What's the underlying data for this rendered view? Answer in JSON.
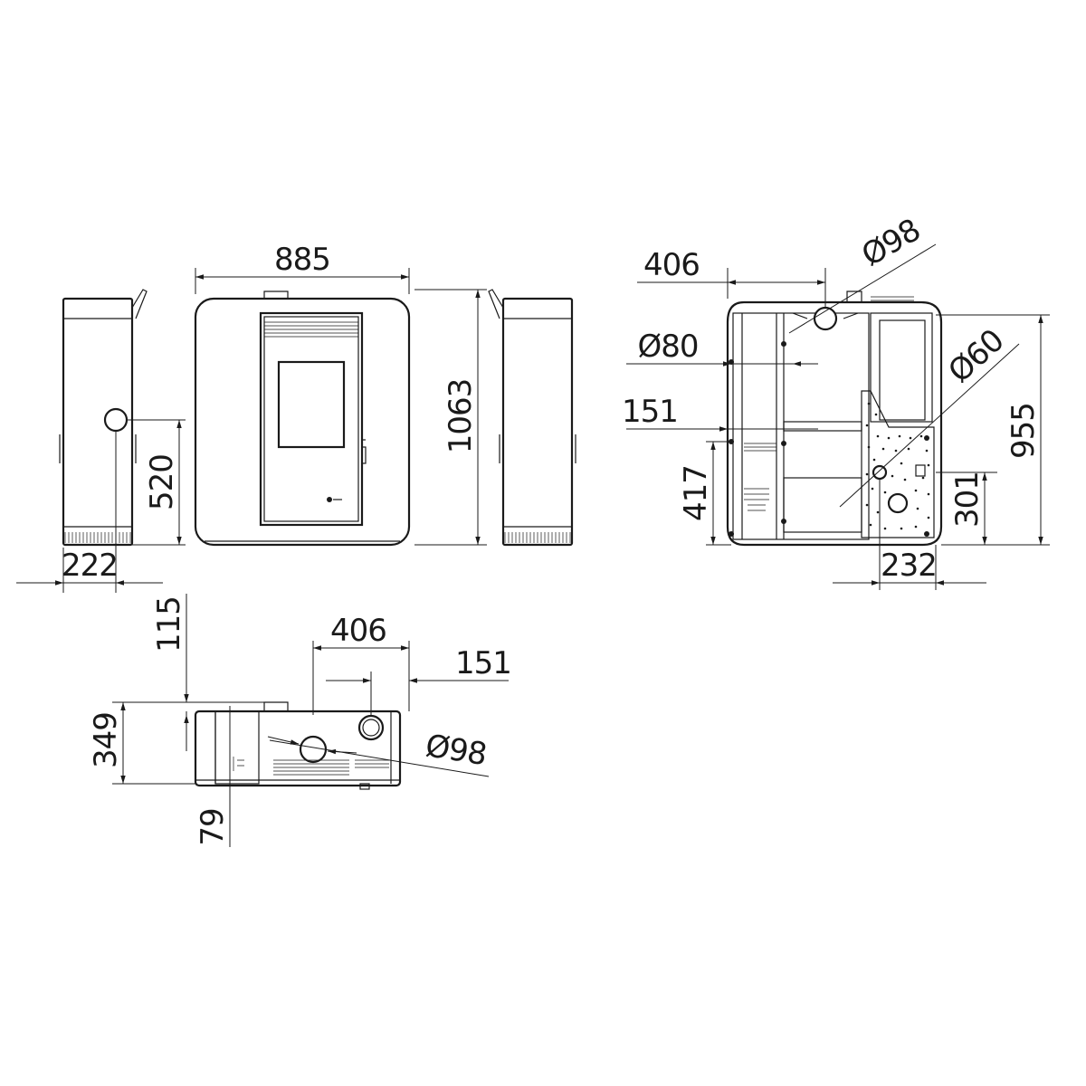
{
  "front_view": {
    "dim_width": "885",
    "dim_height": "1063"
  },
  "side_view_left": {
    "dim_depth": "222",
    "dim_outlet_height": "520"
  },
  "rear_view": {
    "dim_top_offset": "406",
    "dim_flue_diameter": "Ø98",
    "dim_air_intake_diameter": "Ø80",
    "dim_air_intake_offset": "151",
    "dim_air_intake_height": "417",
    "dim_aux_diameter": "Ø60",
    "dim_total_height": "955",
    "dim_aux_height": "301",
    "dim_aux_offset": "232"
  },
  "top_view": {
    "dim_flue_setback": "115",
    "dim_flue_offset": "406",
    "dim_intake_offset": "151",
    "dim_depth": "349",
    "dim_flue_diameter": "Ø98",
    "dim_lower_offset": "79"
  }
}
